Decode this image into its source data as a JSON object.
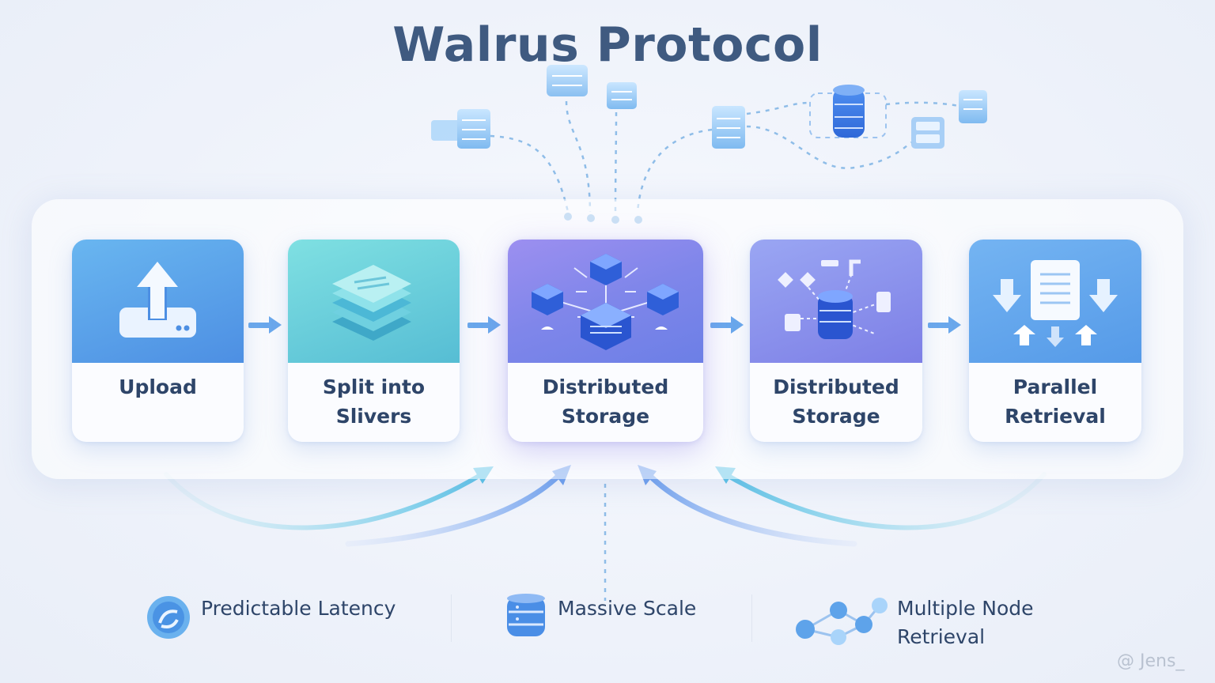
{
  "title": "Walrus Protocol",
  "steps": [
    {
      "label": "Upload",
      "icon": "upload-icon"
    },
    {
      "label": "Split into Slivers",
      "icon": "slivers-stack-icon"
    },
    {
      "label": "Distributed Storage",
      "icon": "node-network-icon"
    },
    {
      "label": "Distributed Storage",
      "icon": "database-hub-icon"
    },
    {
      "label": "Parallel Retrieval",
      "icon": "document-retrieval-icon"
    }
  ],
  "features": [
    {
      "label": "Predictable Latency",
      "icon": "latency-gauge-icon"
    },
    {
      "label": "Massive Scale",
      "icon": "database-icon"
    },
    {
      "label": "Multiple Node Retrieval",
      "icon": "node-graph-icon"
    }
  ],
  "watermark": "@ Jens_",
  "colors": {
    "title": "#3f5a80",
    "upload": "#4d8fe3",
    "split": "#56bdd4",
    "distributed": "#7f86ea",
    "retrieval": "#559ae8",
    "arrow": "#6aa8ec"
  }
}
